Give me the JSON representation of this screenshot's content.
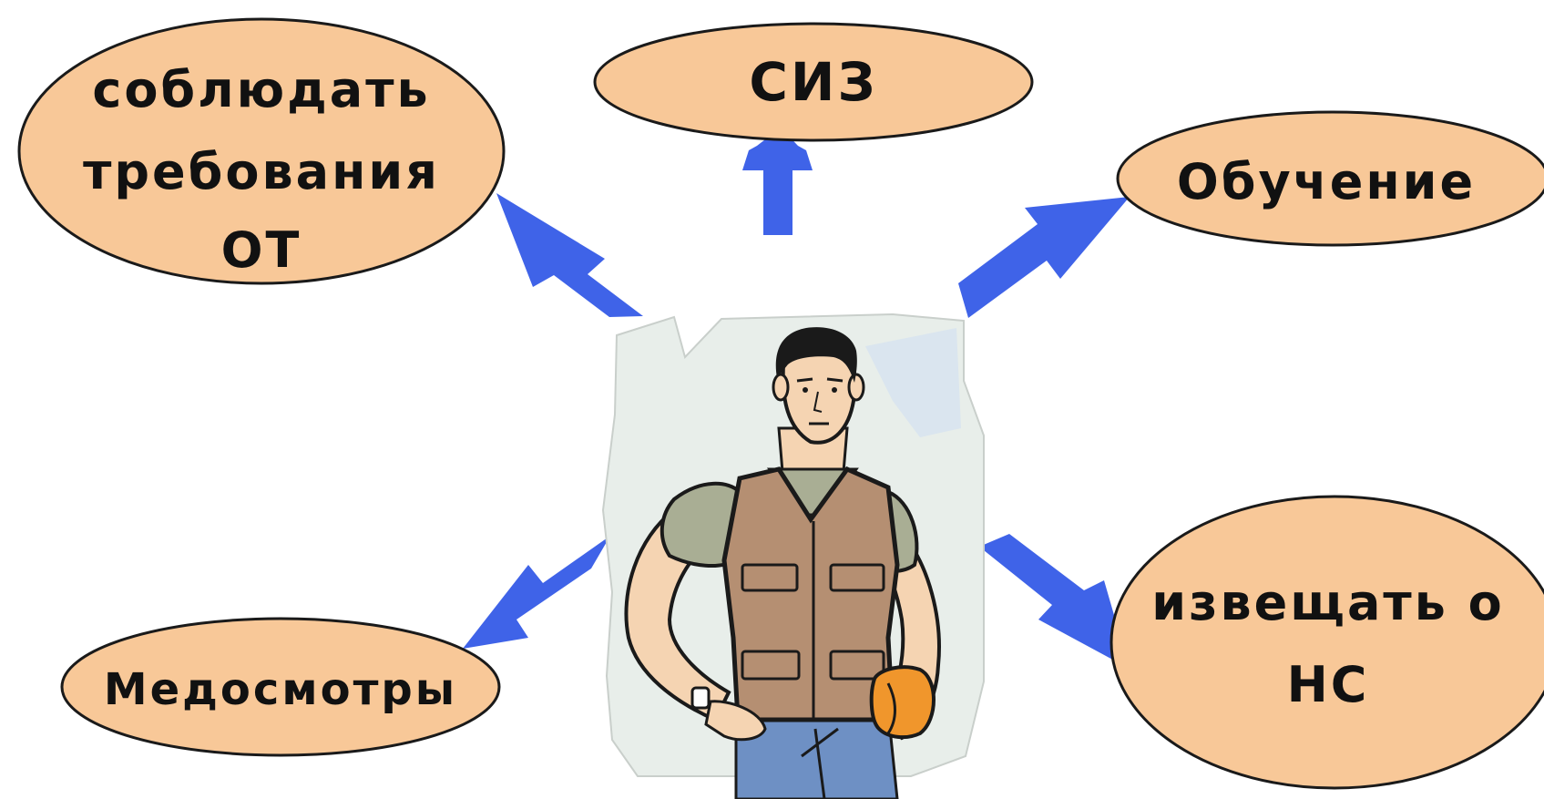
{
  "colors": {
    "bubble_fill": "#F8C898",
    "bubble_stroke": "#1a1a1a",
    "arrow": "#3F63E8",
    "text": "#111111"
  },
  "center": {
    "icon": "construction-worker-icon"
  },
  "nodes": {
    "requirements": {
      "lines": [
        "соблюдать",
        "требования",
        "ОТ"
      ]
    },
    "ppe": {
      "lines": [
        "СИЗ"
      ]
    },
    "training": {
      "lines": [
        "Обучение"
      ]
    },
    "medical": {
      "lines": [
        "Медосмотры"
      ]
    },
    "report": {
      "lines": [
        "извещать о",
        "НС"
      ]
    }
  }
}
